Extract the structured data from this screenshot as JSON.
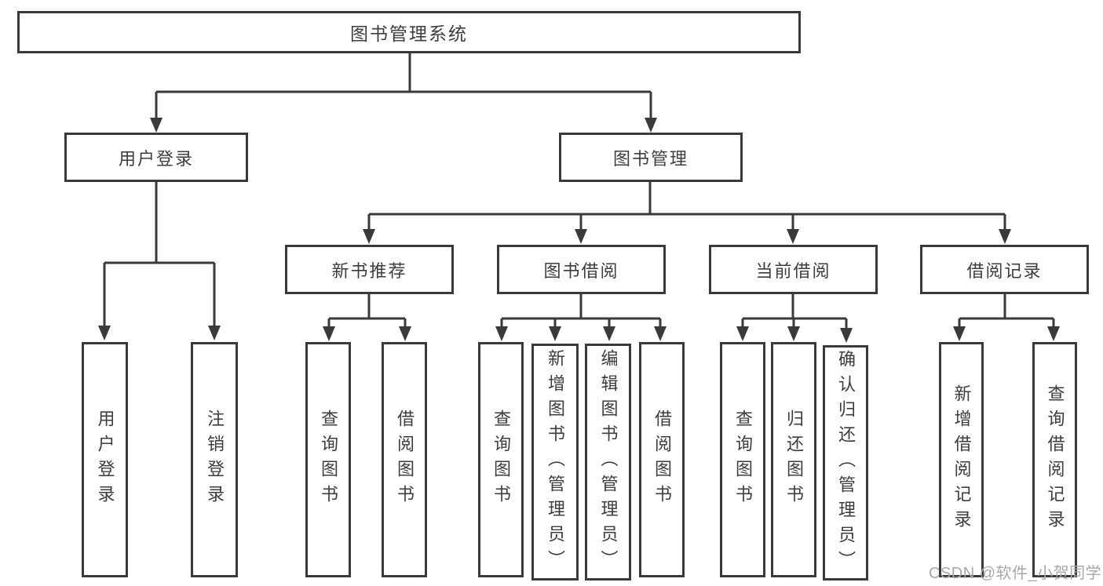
{
  "diagram": {
    "type": "tree",
    "title": "图书管理系统",
    "watermark": "CSDN @软件_小贺同学",
    "colors": {
      "line": "#3a3a3a",
      "text": "#3d3d3d",
      "box_background": "#ffffff",
      "page_background": "#ffffff",
      "watermark_text": "#a9a9a9"
    },
    "nodes": {
      "root": {
        "label": "图书管理系统"
      },
      "user_login": {
        "label": "用户登录"
      },
      "book_mgmt": {
        "label": "图书管理"
      },
      "new_book_rec": {
        "label": "新书推荐"
      },
      "book_borrow": {
        "label": "图书借阅"
      },
      "current_borrow": {
        "label": "当前借阅"
      },
      "borrow_record": {
        "label": "借阅记录"
      },
      "leaf_user_login": {
        "label": "用户登录"
      },
      "leaf_logout": {
        "label": "注销登录"
      },
      "leaf_query_book_new": {
        "label": "查询图书"
      },
      "leaf_borrow_book_new": {
        "label": "借阅图书"
      },
      "leaf_query_book_borrow": {
        "label": "查询图书"
      },
      "leaf_add_book": {
        "label": "新增图书（管理员）"
      },
      "leaf_edit_book": {
        "label": "编辑图书（管理员）"
      },
      "leaf_borrow_book_borrow": {
        "label": "借阅图书"
      },
      "leaf_query_book_current": {
        "label": "查询图书"
      },
      "leaf_return_book": {
        "label": "归还图书"
      },
      "leaf_confirm_return": {
        "label": "确认归还（管理员）"
      },
      "leaf_add_borrow_record": {
        "label": "新增借阅记录"
      },
      "leaf_query_borrow_record": {
        "label": "查询借阅记录"
      }
    },
    "hierarchy": {
      "图书管理系统": [
        "用户登录",
        "图书管理"
      ],
      "用户登录": [
        "用户登录",
        "注销登录"
      ],
      "图书管理": [
        "新书推荐",
        "图书借阅",
        "当前借阅",
        "借阅记录"
      ],
      "新书推荐": [
        "查询图书",
        "借阅图书"
      ],
      "图书借阅": [
        "查询图书",
        "新增图书（管理员）",
        "编辑图书（管理员）",
        "借阅图书"
      ],
      "当前借阅": [
        "查询图书",
        "归还图书",
        "确认归还（管理员）"
      ],
      "借阅记录": [
        "新增借阅记录",
        "查询借阅记录"
      ]
    }
  }
}
